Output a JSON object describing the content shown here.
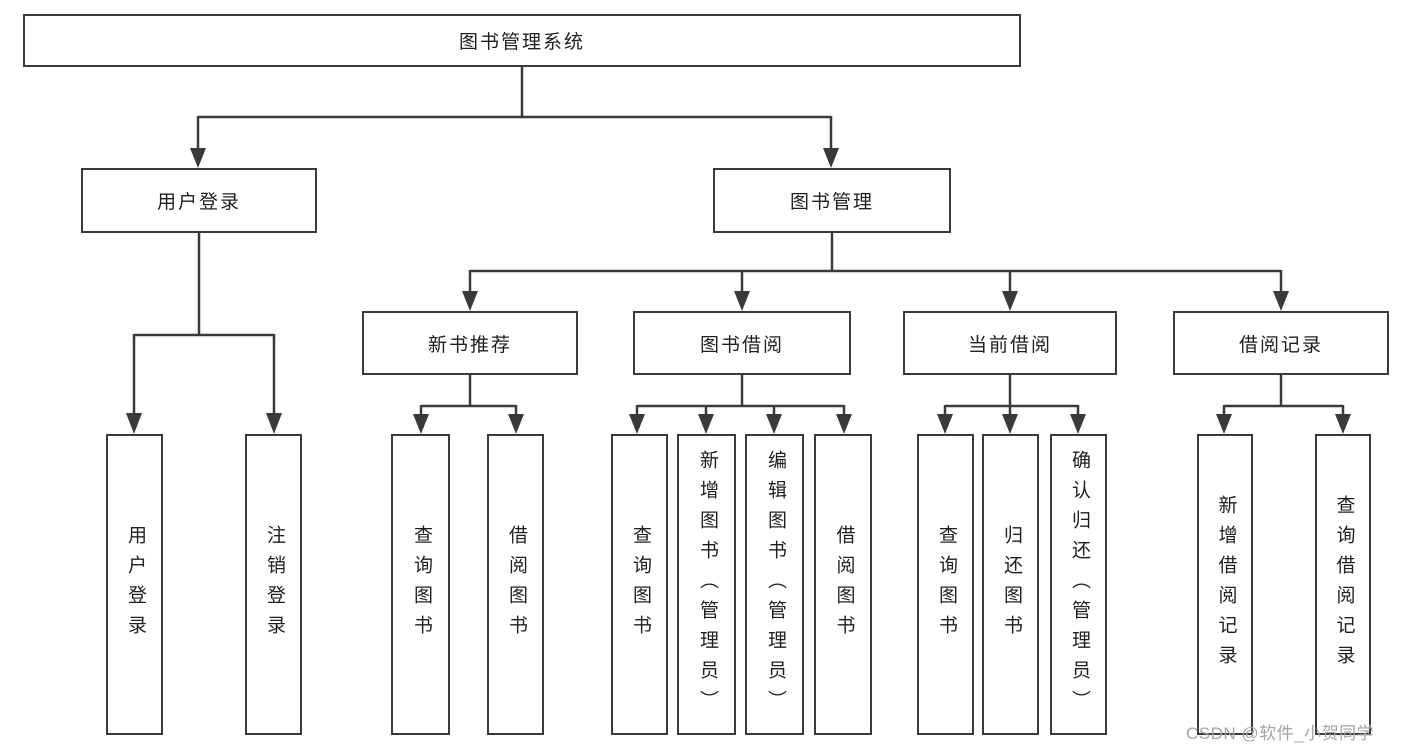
{
  "colors": {
    "line": "#3a3a3a",
    "box_border": "#3a3a3a",
    "text": "#1f1f1f",
    "background": "#ffffff",
    "watermark": "#a6a6a6"
  },
  "watermark": "CSDN @软件_小贺同学",
  "tree": {
    "root": {
      "label": "图书管理系统"
    },
    "branches": [
      {
        "label": "用户登录",
        "leaves": [
          {
            "label": "用户登录"
          },
          {
            "label": "注销登录"
          }
        ]
      },
      {
        "label": "图书管理",
        "groups": [
          {
            "label": "新书推荐",
            "leaves": [
              {
                "label": "查询图书"
              },
              {
                "label": "借阅图书"
              }
            ]
          },
          {
            "label": "图书借阅",
            "leaves": [
              {
                "label": "查询图书"
              },
              {
                "label": "新增图书（管理员）"
              },
              {
                "label": "编辑图书（管理员）"
              },
              {
                "label": "借阅图书"
              }
            ]
          },
          {
            "label": "当前借阅",
            "leaves": [
              {
                "label": "查询图书"
              },
              {
                "label": "归还图书"
              },
              {
                "label": "确认归还（管理员）"
              }
            ]
          },
          {
            "label": "借阅记录",
            "leaves": [
              {
                "label": "新增借阅记录"
              },
              {
                "label": "查询借阅记录"
              }
            ]
          }
        ]
      }
    ]
  }
}
